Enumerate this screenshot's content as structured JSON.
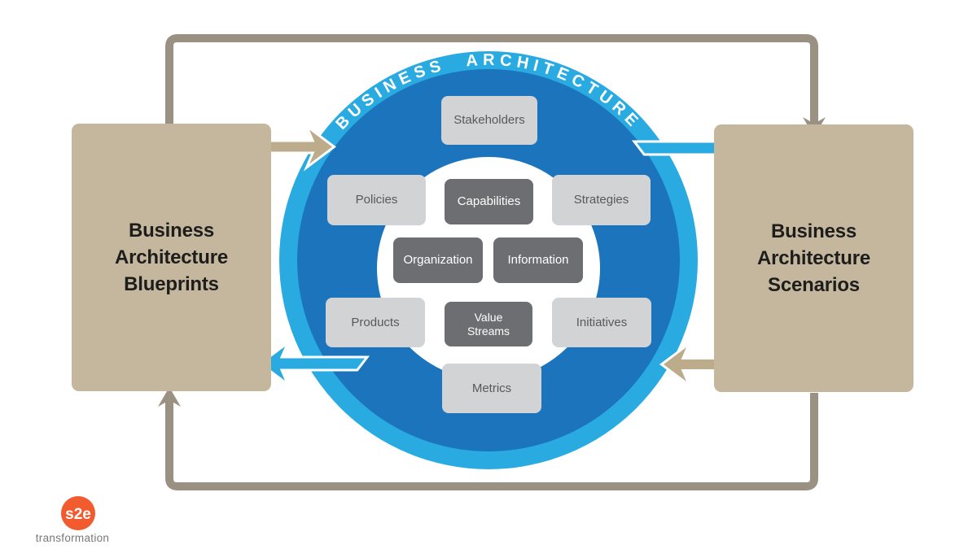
{
  "diagram": {
    "ring_title": "BUSINESS ARCHITECTURE",
    "left_box": {
      "lines": [
        "Business",
        "Architecture",
        "Blueprints"
      ]
    },
    "right_box": {
      "lines": [
        "Business",
        "Architecture",
        "Scenarios"
      ]
    },
    "inner_boxes": {
      "stakeholders": "Stakeholders",
      "policies": "Policies",
      "capabilities": "Capabilities",
      "strategies": "Strategies",
      "organization": "Organization",
      "information": "Information",
      "products": "Products",
      "value_streams_line1": "Value",
      "value_streams_line2": "Streams",
      "initiatives": "Initiatives",
      "metrics": "Metrics"
    },
    "logo": {
      "mark": "s2e",
      "name": "transformation"
    },
    "colors": {
      "ring_blue": "#29ABE2",
      "core_blue": "#1C75BC",
      "inner_white": "#FFFFFF",
      "light_gray_box": "#D1D3D4",
      "dark_gray_box": "#6D6E71",
      "tan_box": "#C5B79D",
      "tan_arrow": "#BCAC8C",
      "loop_line_gray": "#9B9183",
      "logo_orange": "#F15B2E",
      "side_box_text": "#1D1D1B",
      "light_box_text": "#58595B"
    }
  }
}
